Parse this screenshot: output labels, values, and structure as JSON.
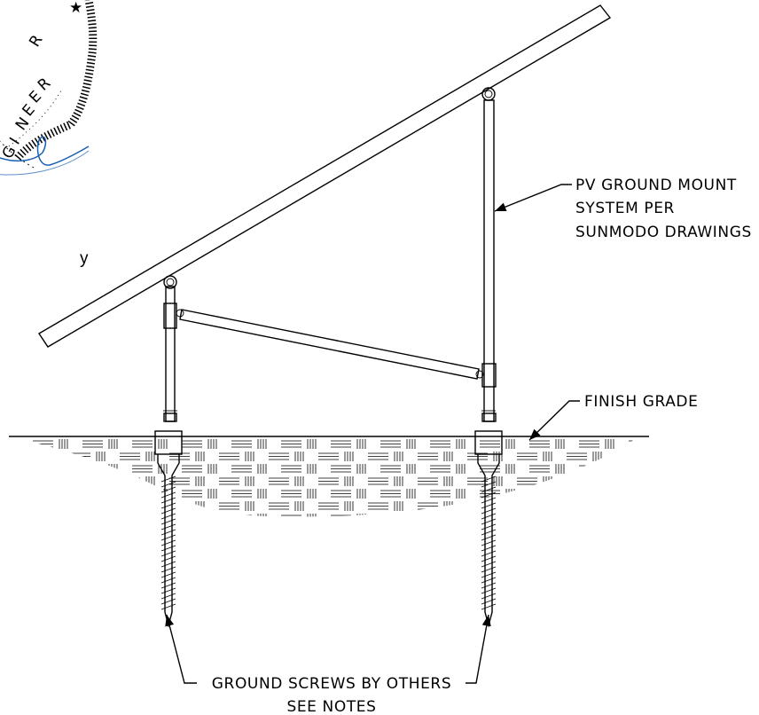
{
  "seal": {
    "text_fragment": "NEER",
    "letters": [
      "G",
      "I",
      "N",
      "E",
      "E",
      "R"
    ],
    "star_glyph": "★",
    "letter_r": "R"
  },
  "side_fragment": "y",
  "callouts": {
    "pv_mount": [
      "PV GROUND MOUNT",
      "SYSTEM PER",
      "SUNMODO DRAWINGS"
    ],
    "finish_grade": "FINISH GRADE",
    "ground_screws": [
      "GROUND SCREWS BY OTHERS",
      "SEE NOTES"
    ]
  },
  "colors": {
    "ink": "#000000",
    "seal_signature": "#1a5fb4"
  },
  "icons": {
    "seal": "engineer-seal-icon",
    "signature": "signature-icon",
    "arrowheads": "leader-arrow-icon"
  }
}
